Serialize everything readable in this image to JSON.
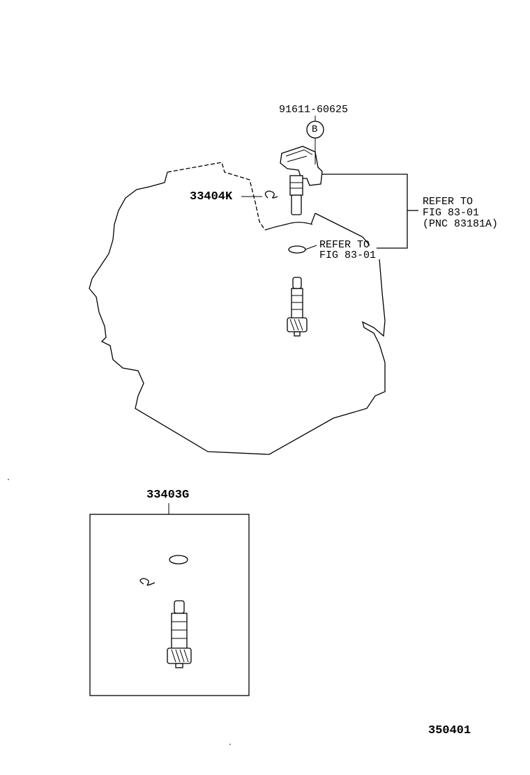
{
  "labels": {
    "sensor_part": "91611-60625",
    "callout_b": "B",
    "clip_part": "33404K",
    "refer_right_line1": "REFER TO",
    "refer_right_line2": "FIG 83-01",
    "refer_right_line3": "(PNC 83181A)",
    "refer_center_line1": "REFER TO",
    "refer_center_line2": "FIG 83-01",
    "kit_part": "33403G",
    "figure_number": "350401"
  }
}
